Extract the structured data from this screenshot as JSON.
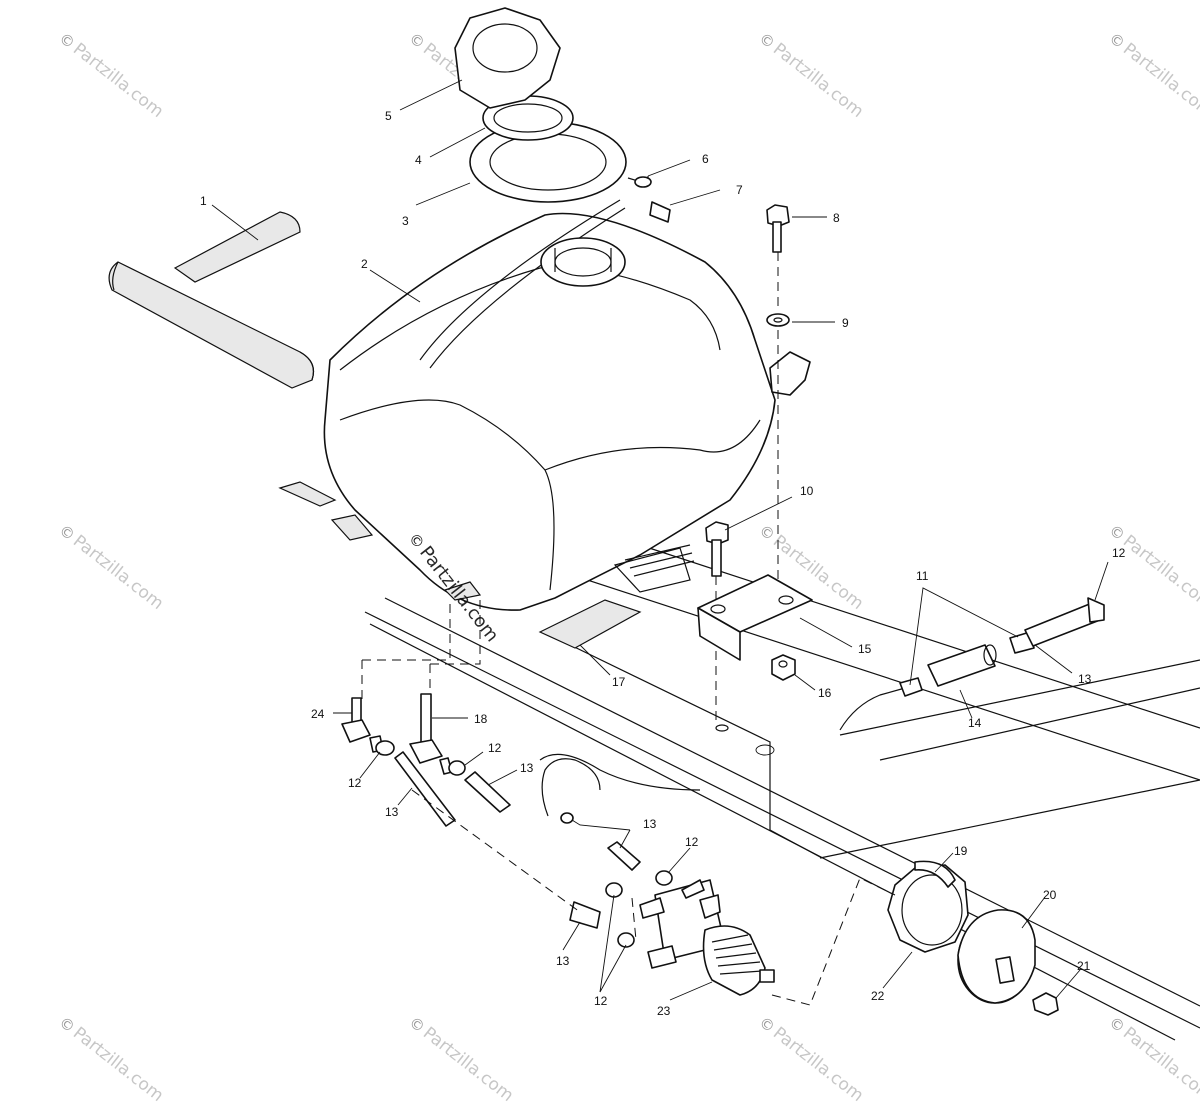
{
  "watermark": {
    "text": "Partzilla.com",
    "symbol": "©"
  },
  "callouts": {
    "c1": "1",
    "c2": "2",
    "c3": "3",
    "c4": "4",
    "c5": "5",
    "c6": "6",
    "c7": "7",
    "c8": "8",
    "c9": "9",
    "c10": "10",
    "c11": "11",
    "c12a": "12",
    "c12b": "12",
    "c12c": "12",
    "c12d": "12",
    "c12e": "12",
    "c13a": "13",
    "c13b": "13",
    "c13c": "13",
    "c13d": "13",
    "c13e": "13",
    "c14": "14",
    "c15": "15",
    "c16": "16",
    "c17": "17",
    "c18": "18",
    "c19": "19",
    "c20": "20",
    "c21": "21",
    "c22": "22",
    "c23": "23",
    "c24": "24"
  }
}
